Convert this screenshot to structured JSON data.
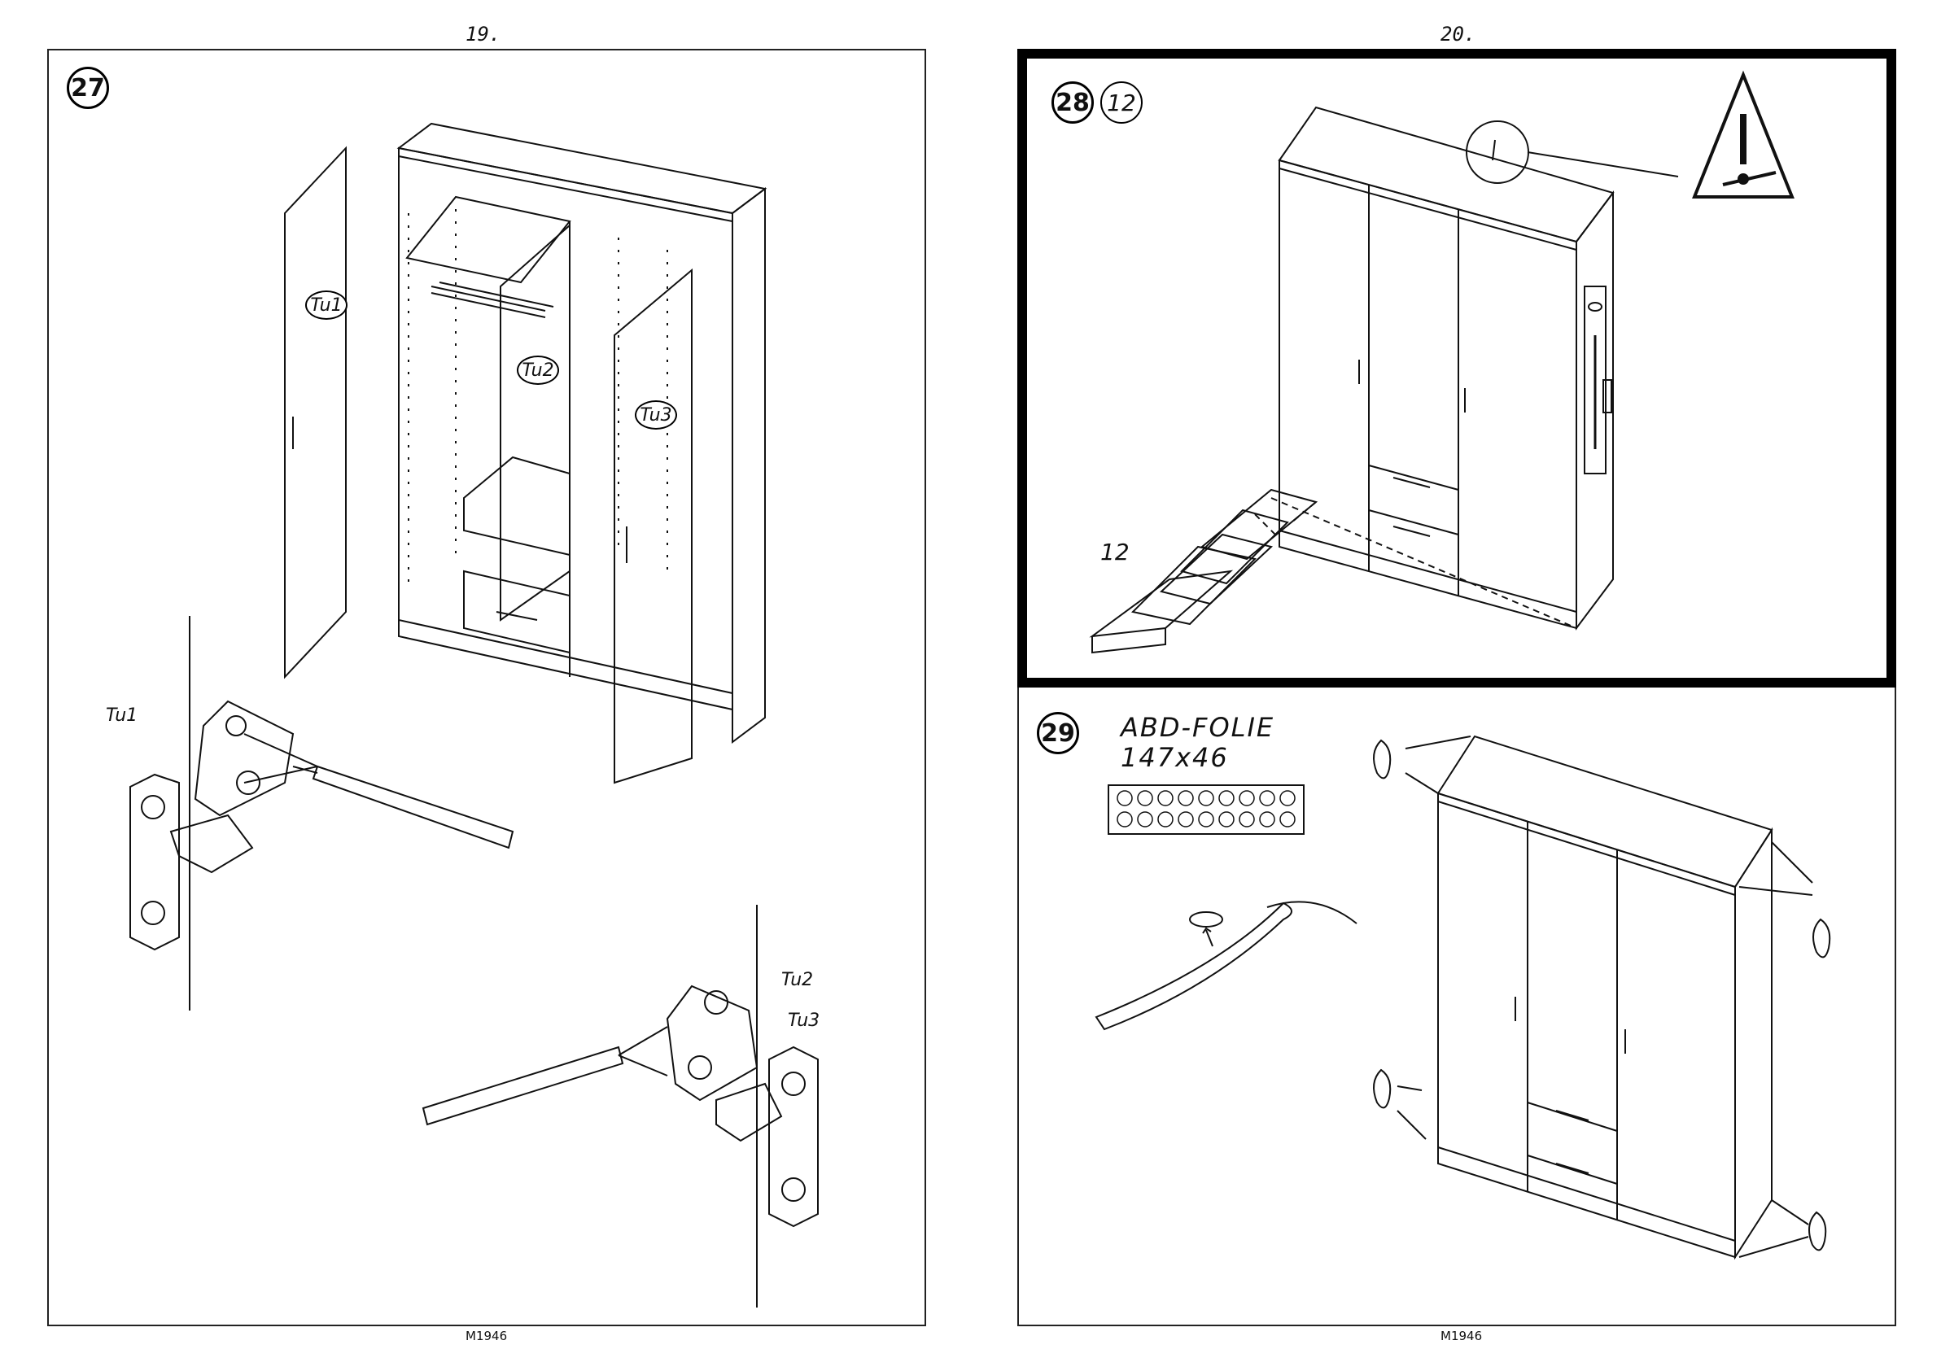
{
  "pages": {
    "left": {
      "number": "19.",
      "footer": "M1946",
      "step": "27",
      "door_labels": [
        "Tu1",
        "Tu2",
        "Tu3"
      ],
      "hinge_labels": [
        "Tu1",
        "Tu2",
        "Tu3"
      ]
    },
    "right": {
      "number": "20.",
      "footer": "M1946",
      "step_upper": "28",
      "qty_upper": "12",
      "pads_count_label": "12",
      "step_lower": "29",
      "foil_name": "ABD-FOLIE",
      "foil_size": "147x46"
    }
  },
  "icons": {
    "warning": "warning-triangle-icon",
    "screwdriver": "screwdriver-icon",
    "hinge": "hinge-icon"
  },
  "colors": {
    "line": "#111111",
    "frame": "#000000",
    "background": "#ffffff"
  }
}
